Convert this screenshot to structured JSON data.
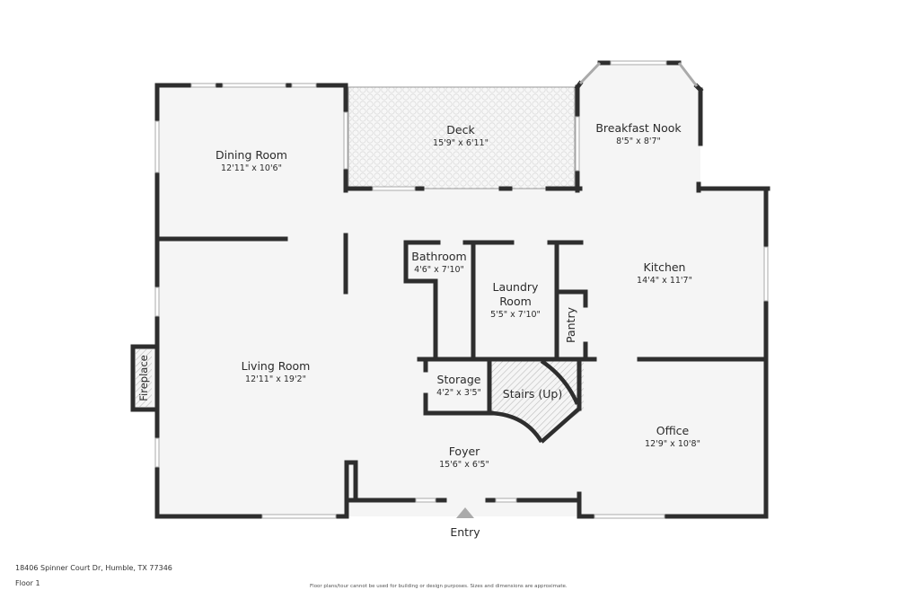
{
  "plan": {
    "address": "18406 Spinner Court Dr, Humble, TX 77346",
    "floor": "Floor 1",
    "disclaimer": "Floor plans/tour cannot be used for building or design purposes. Sizes and dimensions are approximate.",
    "entry_label": "Entry"
  },
  "colors": {
    "wall": "#2e2e2e",
    "floor": "#f5f5f5",
    "window": "#ffffff",
    "entry_arrow": "#aaaaaa"
  },
  "rooms": {
    "dining": {
      "name": "Dining Room",
      "dim": "12'11\" x 10'6\""
    },
    "deck": {
      "name": "Deck",
      "dim": "15'9\" x 6'11\""
    },
    "nook": {
      "name": "Breakfast Nook",
      "dim": "8'5\" x 8'7\""
    },
    "bathroom": {
      "name": "Bathroom",
      "dim": "4'6\" x 7'10\""
    },
    "laundry": {
      "name1": "Laundry",
      "name2": "Room",
      "dim": "5'5\" x 7'10\""
    },
    "kitchen": {
      "name": "Kitchen",
      "dim": "14'4\" x 11'7\""
    },
    "pantry": {
      "name": "Pantry"
    },
    "living": {
      "name": "Living Room",
      "dim": "12'11\" x 19'2\""
    },
    "fireplace": {
      "name": "Fireplace"
    },
    "storage": {
      "name": "Storage",
      "dim": "4'2\" x 3'5\""
    },
    "stairs": {
      "name": "Stairs (Up)"
    },
    "office": {
      "name": "Office",
      "dim": "12'9\" x 10'8\""
    },
    "foyer": {
      "name": "Foyer",
      "dim": "15'6\" x 6'5\""
    }
  }
}
